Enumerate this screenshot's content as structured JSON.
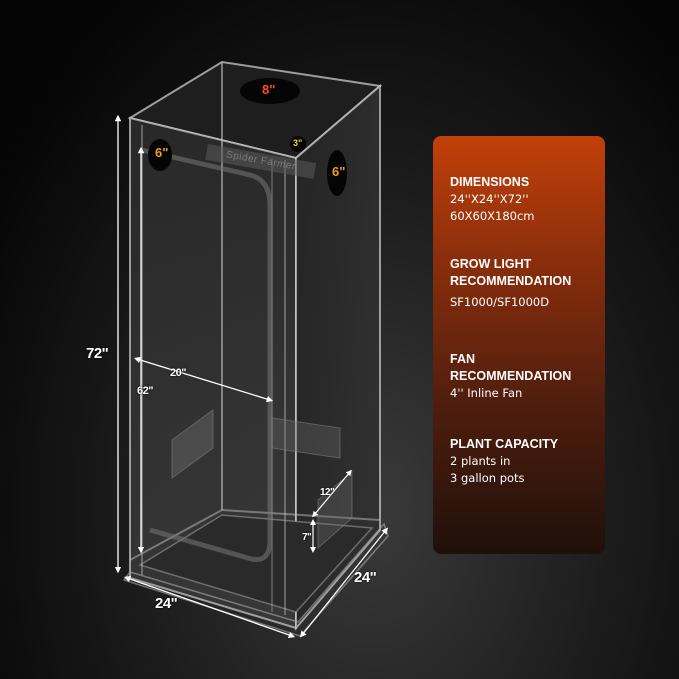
{
  "brand": "Spider Farmer",
  "tent": {
    "ports": {
      "top_vent": "8\"",
      "left_vent": "6\"",
      "right_vent": "6\"",
      "small_port": "3\""
    },
    "dimensions": {
      "height_total": "72\"",
      "door_height": "62\"",
      "door_width": "20\"",
      "front_width": "24\"",
      "side_depth": "24\"",
      "window_width": "12\"",
      "window_height": "7\""
    }
  },
  "specs": [
    {
      "title": "DIMENSIONS",
      "lines": [
        "24''X24''X72''",
        "60X60X180cm"
      ]
    },
    {
      "title": "GROW LIGHT RECOMMENDATION",
      "title_lines": [
        "GROW LIGHT",
        "RECOMMENDATION"
      ],
      "lines": [
        "SF1000/SF1000D"
      ]
    },
    {
      "title": "FAN RECOMMENDATION",
      "title_lines": [
        "FAN",
        "RECOMMENDATION"
      ],
      "lines": [
        "4'' Inline Fan"
      ]
    },
    {
      "title": "PLANT CAPACITY",
      "lines": [
        "2 plants in",
        "3 gallon pots"
      ]
    }
  ],
  "colors": {
    "panel_top": "#c2400a",
    "panel_bottom": "#1f100a",
    "port_label_orange": "#f59a1c",
    "port_label_red": "#ff4a1a",
    "port_label_yellow": "#f5d21c",
    "background": "#111111"
  }
}
